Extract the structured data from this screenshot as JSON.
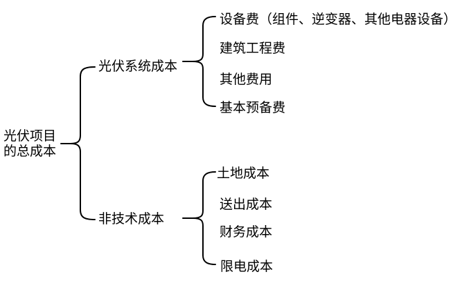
{
  "diagram": {
    "root": {
      "label": "光伏项目的总成本"
    },
    "branches": [
      {
        "label": "光伏系统成本",
        "children": [
          "设备费（组件、逆变器、其他电器设备）",
          "建筑工程费",
          "其他费用",
          "基本预备费"
        ]
      },
      {
        "label": "非技术成本",
        "children": [
          "土地成本",
          "送出成本",
          "财务成本",
          "限电成本"
        ]
      }
    ]
  },
  "colors": {
    "background": "#ffffff",
    "line": "#000000",
    "text": "#000000"
  }
}
